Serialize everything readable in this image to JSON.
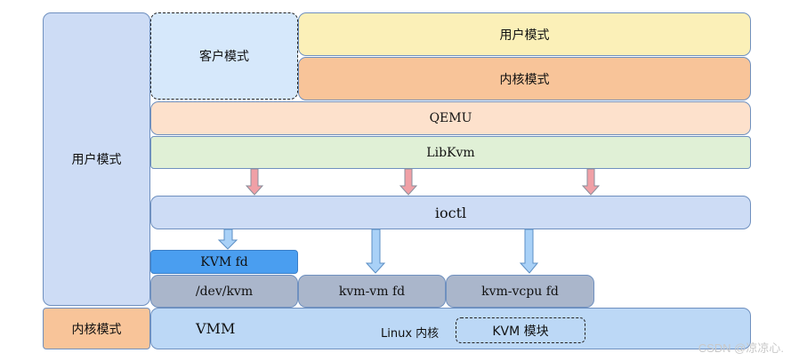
{
  "left_user_mode": "用户模式",
  "left_kernel_mode": "内核模式",
  "guest_mode": "客户模式",
  "guest_user_mode": "用户模式",
  "guest_kernel_mode": "内核模式",
  "qemu": "QEMU",
  "libkvm": "LibKvm",
  "ioctl": "ioctl",
  "kvm_fd": "KVM fd",
  "dev_kvm": "/dev/kvm",
  "kvm_vm_fd": "kvm-vm fd",
  "kvm_vcpu_fd": "kvm-vcpu fd",
  "vmm": "VMM",
  "linux_kernel": "Linux 内核",
  "kvm_module": "KVM 模块",
  "watermark": "CSDN @凉凉心.",
  "colors": {
    "blue_light": "#cddcf5",
    "guest": "#d6e8fb",
    "user_yellow": "#fbf0b8",
    "kernel_orange": "#f8c499",
    "qemu_peach": "#fde1cc",
    "libkvm_green": "#e0f0d6",
    "kvm_fd_blue": "#4a9ef0",
    "gray_blue": "#aab6cb",
    "vmm_blue": "#bcd8f6",
    "arrow_pink": "#f0a0a6",
    "arrow_blue": "#a9d1f7"
  }
}
